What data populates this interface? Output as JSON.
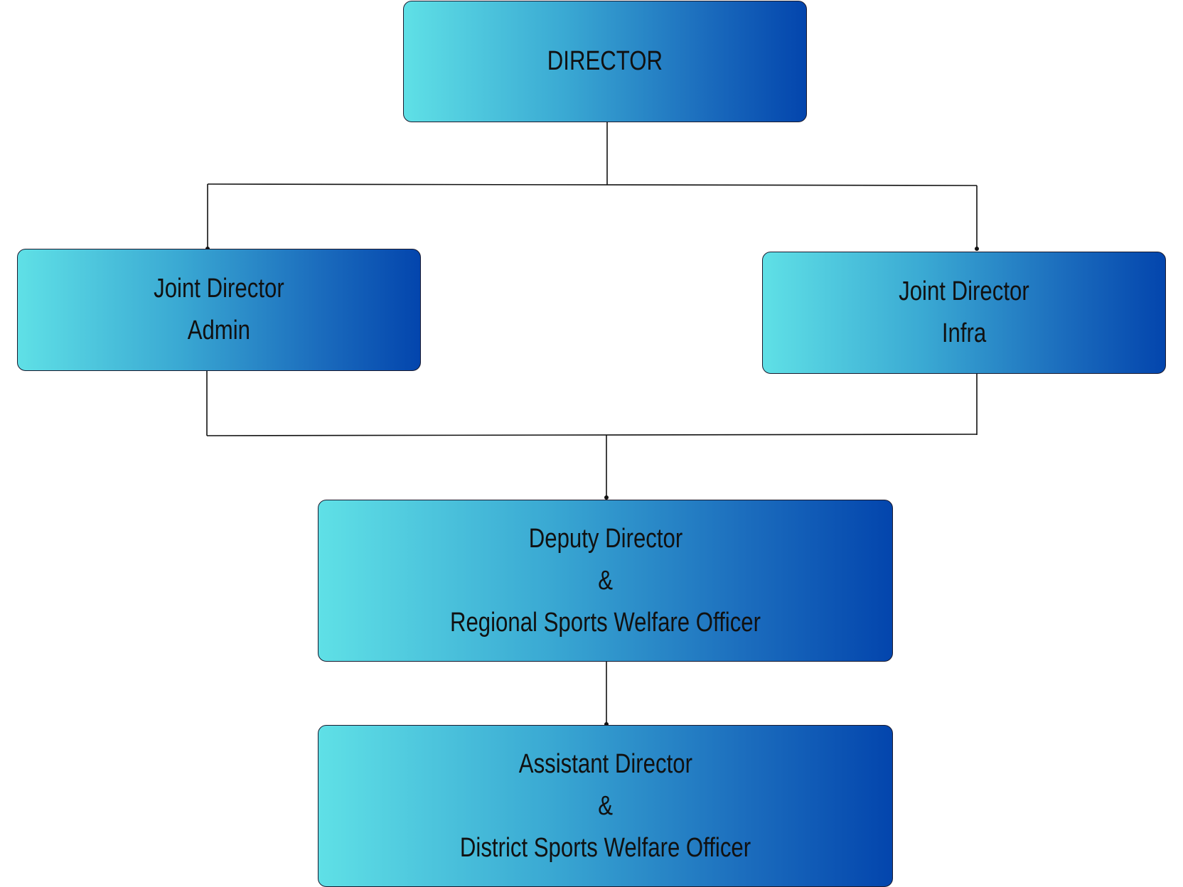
{
  "nodes": {
    "director": {
      "lines": [
        "DIRECTOR"
      ]
    },
    "jd_admin": {
      "lines": [
        "Joint Director",
        "Admin"
      ]
    },
    "jd_infra": {
      "lines": [
        "Joint Director",
        "Infra"
      ]
    },
    "deputy": {
      "lines": [
        "Deputy Director",
        "&",
        "Regional Sports Welfare Officer"
      ]
    },
    "assistant": {
      "lines": [
        "Assistant Director",
        "&",
        "District Sports Welfare Officer"
      ]
    }
  },
  "colors": {
    "gradient_start": "#5fe0e6",
    "gradient_end": "#0345ad",
    "line": "#111111"
  }
}
